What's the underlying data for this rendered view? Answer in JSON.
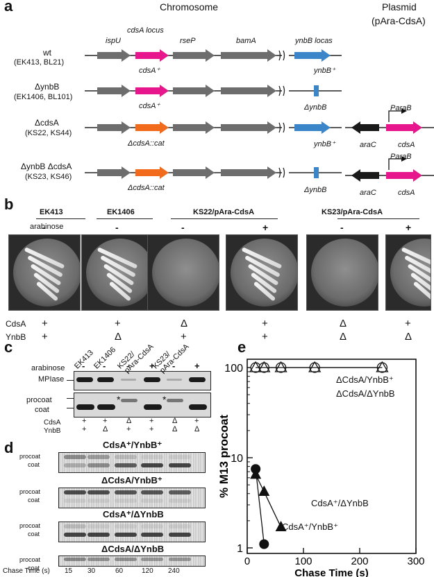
{
  "panel_a": {
    "label": "a",
    "chromosome_title": "Chromosome",
    "plasmid_title": "Plasmid",
    "plasmid_name": "(pAra-CdsA)",
    "gene_labels": {
      "ispU": "ispU",
      "cdsA_locus": "cdsA locus",
      "rseP": "rseP",
      "bamA": "bamA",
      "ynbB_locus": "ynbB locas"
    },
    "rows": [
      {
        "strain": "wt",
        "ids": "(EK413, BL21)",
        "cdsA": "cdsA⁺",
        "ynbB": "ynbB⁺"
      },
      {
        "strain": "ΔynbB",
        "ids": "(EK1406, BL101)",
        "cdsA": "cdsA⁺",
        "ynbB": "ΔynbB"
      },
      {
        "strain": "ΔcdsA",
        "ids": "(KS22, KS44)",
        "cdsA": "ΔcdsA::cat",
        "ynbB": "ynbB⁺"
      },
      {
        "strain": "ΔynbB ΔcdsA",
        "ids": "(KS23, KS46)",
        "cdsA": "ΔcdsA::cat",
        "ynbB": "ΔynbB"
      }
    ],
    "plasmid_labels": {
      "araC": "araC",
      "cdsA": "cdsA",
      "promoter": "ParaB"
    },
    "colors": {
      "gray": "#6d6d6d",
      "magenta": "#e8168c",
      "orange": "#f26a1b",
      "blue": "#3a86c8",
      "black": "#1a1a1a"
    }
  },
  "panel_b": {
    "label": "b",
    "groups": [
      "EK413",
      "EK1406",
      "KS22/pAra-CdsA",
      "KS23/pAra-CdsA"
    ],
    "arabinose_label": "arabinose",
    "arabinose": [
      "-",
      "-",
      "-",
      "+",
      "-",
      "+"
    ],
    "cdsa_label": "CdsA",
    "cdsa": [
      "+",
      "+",
      "Δ",
      "+",
      "Δ",
      "+"
    ],
    "ynbb_label": "YnbB",
    "ynbb": [
      "+",
      "Δ",
      "+",
      "+",
      "Δ",
      "Δ"
    ]
  },
  "panel_c": {
    "label": "c",
    "lanes": [
      "EK413",
      "EK1406",
      "KS22/\npAra-CdsA",
      "KS23/\npAra-CdsA"
    ],
    "lane_l1": [
      "EK413",
      "EK1406",
      "KS22/",
      "KS23/"
    ],
    "lane_l2": [
      "",
      "",
      "pAra-CdsA",
      "pAra-CdsA"
    ],
    "arabinose_label": "arabinose",
    "arabinose": [
      "-",
      "-",
      "-",
      "+",
      "-",
      "+"
    ],
    "mplase_label": "MPIase",
    "procoat_label": "procoat",
    "coat_label": "coat",
    "star": "*",
    "cdsa_label": "CdsA",
    "cdsa": [
      "+",
      "+",
      "Δ",
      "+",
      "Δ",
      "+"
    ],
    "ynbb_label": "YnbB",
    "ynbb": [
      "+",
      "Δ",
      "+",
      "+",
      "Δ",
      "Δ"
    ]
  },
  "panel_d": {
    "label": "d",
    "gels": [
      "CdsA⁺/YnbB⁺",
      "ΔCdsA/YnbB⁺",
      "CdsA⁺/ΔYnbB",
      "ΔCdsA/ΔYnbB"
    ],
    "procoat_label": "procoat",
    "coat_label": "coat",
    "chase_label": "Chase Time (s)",
    "chase_times": [
      "15",
      "30",
      "60",
      "120",
      "240"
    ]
  },
  "panel_e": {
    "label": "e",
    "annotations": {
      "top1": "ΔCdsA/YnbB⁺",
      "top2": "ΔCdsA/ΔYnbB",
      "tri": "CdsA⁺/ΔYnbB",
      "circ": "CdsA⁺/YnbB⁺"
    }
  },
  "chart_data": {
    "type": "scatter",
    "title": "",
    "xlabel": "Chase Time (s)",
    "ylabel": "% M13 procoat",
    "xlim": [
      0,
      300
    ],
    "ylim": [
      1,
      100
    ],
    "yscale": "log",
    "x_ticks": [
      "0",
      "100",
      "200",
      "300"
    ],
    "y_ticks": [
      "1",
      "10",
      "100"
    ],
    "grid": false,
    "series": [
      {
        "name": "ΔCdsA/YnbB⁺",
        "marker": "open-circle",
        "x": [
          15,
          30,
          60,
          120,
          240
        ],
        "y": [
          100,
          100,
          100,
          100,
          100
        ]
      },
      {
        "name": "ΔCdsA/ΔYnbB",
        "marker": "open-triangle",
        "x": [
          15,
          30,
          60,
          120,
          240
        ],
        "y": [
          100,
          100,
          100,
          100,
          100
        ]
      },
      {
        "name": "CdsA⁺/ΔYnbB",
        "marker": "filled-triangle",
        "x": [
          15,
          30,
          60
        ],
        "y": [
          6.5,
          4.2,
          1.7
        ]
      },
      {
        "name": "CdsA⁺/YnbB⁺",
        "marker": "filled-circle",
        "x": [
          15,
          30
        ],
        "y": [
          7.5,
          1.1
        ]
      }
    ]
  }
}
